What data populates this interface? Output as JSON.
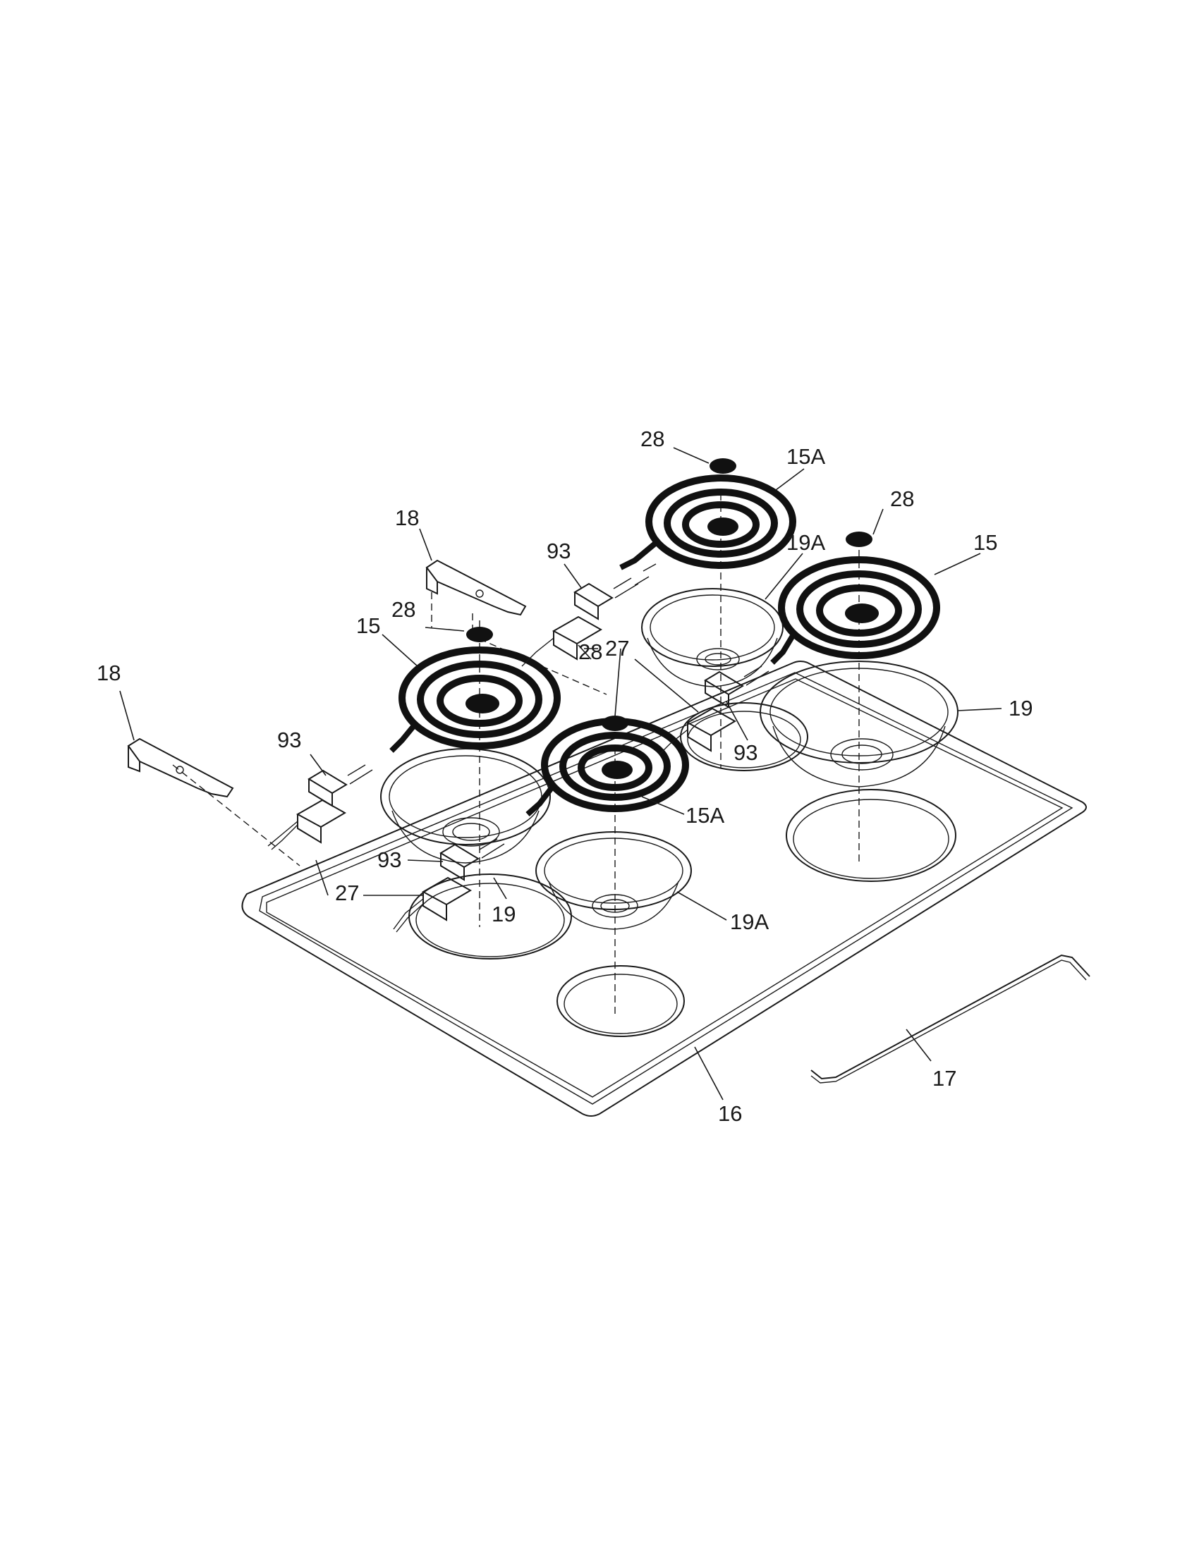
{
  "labels": {
    "part_28_a": "28",
    "part_15a_a": "15A",
    "part_18_a": "18",
    "part_93_a": "93",
    "part_28_b": "28",
    "part_19a_a": "19A",
    "part_15_a": "15",
    "part_28_c": "28",
    "part_15_b": "15",
    "part_27_a": "27",
    "part_28_d": "28",
    "part_18_b": "18",
    "part_19_a": "19",
    "part_93_b": "93",
    "part_93_c": "93",
    "part_15a_b": "15A",
    "part_93_d": "93",
    "part_27_b": "27",
    "part_19_b": "19",
    "part_19a_b": "19A",
    "part_17": "17",
    "part_16": "16"
  }
}
